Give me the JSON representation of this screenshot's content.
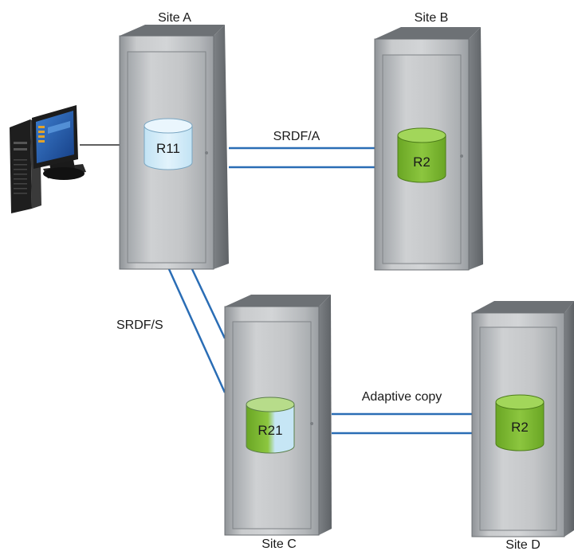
{
  "sites": {
    "a": {
      "label": "Site A",
      "volume": "R11"
    },
    "b": {
      "label": "Site B",
      "volume": "R2"
    },
    "c": {
      "label": "Site C",
      "volume": "R21"
    },
    "d": {
      "label": "Site D",
      "volume": "R2"
    }
  },
  "links": {
    "a_b": "SRDF/A",
    "a_c": "SRDF/S",
    "c_d": "Adaptive copy"
  },
  "colors": {
    "link": "#2a6db5",
    "r1_volume": "#cde8f6",
    "r2_volume": "#7cb82f",
    "cabinet": "#b9bcbf"
  }
}
